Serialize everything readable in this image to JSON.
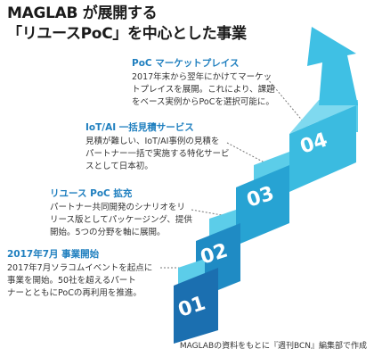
{
  "title": {
    "line1": "MAGLAB が展開する",
    "line2": "「リユースPoC」を中心とした事業"
  },
  "phases": [
    {
      "title": "PoC マーケットプレイス",
      "lines": [
        "2017年末から翌年にかけてマーケッ",
        "トプレイスを展開。これにより、課題",
        "をベース実例からPoCを選択可能に。"
      ]
    },
    {
      "title": "IoT/AI 一括見積サービス",
      "lines": [
        "見積が難しい、IoT/AI事例の見積を",
        "パートナー一括で実施する特化サービ",
        "スとして日本初。"
      ]
    },
    {
      "title": "リユース PoC 拡充",
      "lines": [
        "パートナー共同開発のシナリオをリ",
        "リース版としてパッケージング、提供",
        "開始。5つの分野を軸に展開。"
      ]
    },
    {
      "title": "2017年7月 事業開始",
      "lines": [
        "2017年7月ソラコムイベントを起点に",
        "事業を開始。50社を超えるパート",
        "ナーとともにPoCの再利用を推進。"
      ]
    }
  ],
  "steps": [
    "01",
    "02",
    "03",
    "04"
  ],
  "colors": {
    "step1": "#1b6fb0",
    "step2": "#1f8bc4",
    "step3": "#27a3d3",
    "step4": "#3bbbe0",
    "riser": "#5ccde9",
    "arrow": "#3fc0e4",
    "heading": "#1f7fbf"
  },
  "credit": "MAGLABの資料をもとに『週刊BCN』編集部で作成"
}
